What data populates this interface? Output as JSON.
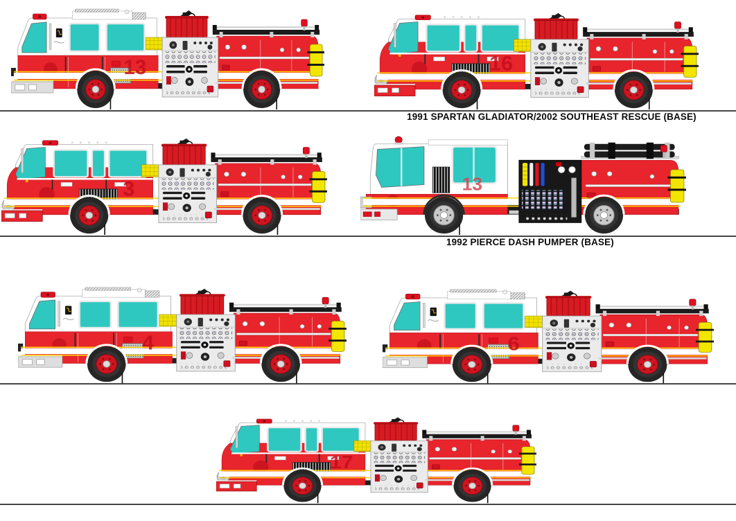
{
  "captions": {
    "row1": "1991 SPARTAN GLADIATOR/2002 SOUTHEAST RESCUE (BASE)",
    "row2": "1992 PIERCE DASH PUMPER (BASE)"
  },
  "trucks": [
    {
      "unit_number": "13",
      "variant": "crest-cab-pumper",
      "position": "row1-left"
    },
    {
      "unit_number": "16",
      "variant": "spartan-gladiator",
      "position": "row1-right"
    },
    {
      "unit_number": "3",
      "variant": "spartan-gladiator",
      "position": "row2-left"
    },
    {
      "unit_number": "13",
      "variant": "pierce-dash",
      "position": "row2-right"
    },
    {
      "unit_number": "4",
      "variant": "crest-cab-pumper",
      "position": "row3-left"
    },
    {
      "unit_number": "6",
      "variant": "crest-cab-pumper",
      "position": "row3-right"
    },
    {
      "unit_number": "17",
      "variant": "spartan-gladiator",
      "position": "row4-center"
    }
  ],
  "colors": {
    "body_red": "#e8242c",
    "ghost_number_red": "#c30e1d",
    "stripe_white": "#ffffff",
    "pinstripe_gold": "#ffd400",
    "window_teal": "#2fc8c0",
    "tank_yellow": "#f2e600",
    "pump_panel_gray": "#ebebeb",
    "pump_panel_black": "#181818",
    "ground_line": "#454545"
  }
}
